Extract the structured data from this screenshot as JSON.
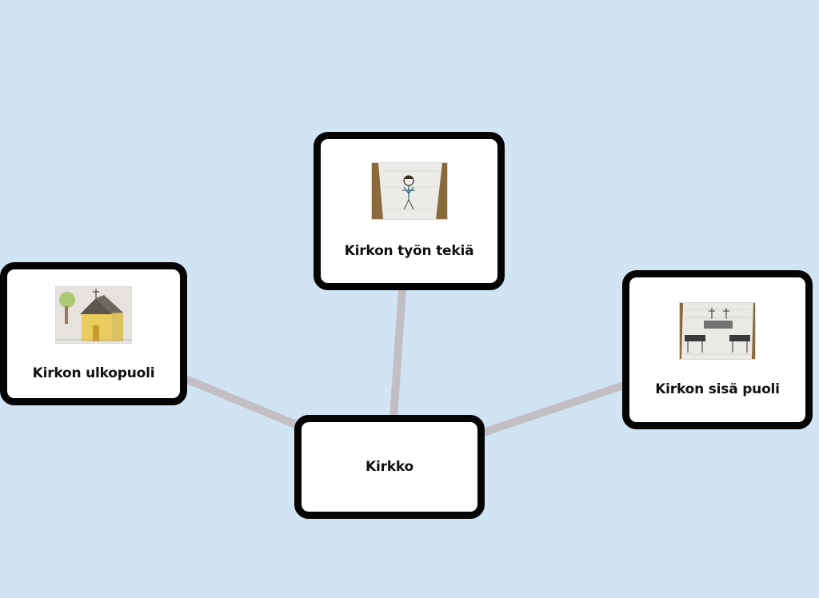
{
  "diagram": {
    "type": "mind-map",
    "background": "#d1e4f4",
    "edge_color": "#c2bec3",
    "center": {
      "label": "Kirkko"
    },
    "nodes": [
      {
        "id": "tekija",
        "label": "Kirkon työn tekiä",
        "image": "drawing-person-thumbnail"
      },
      {
        "id": "ulko",
        "label": "Kirkon ulkopuoli",
        "image": "drawing-church-exterior-thumbnail"
      },
      {
        "id": "sisa",
        "label": "Kirkon sisä puoli",
        "image": "drawing-church-interior-thumbnail"
      }
    ]
  }
}
